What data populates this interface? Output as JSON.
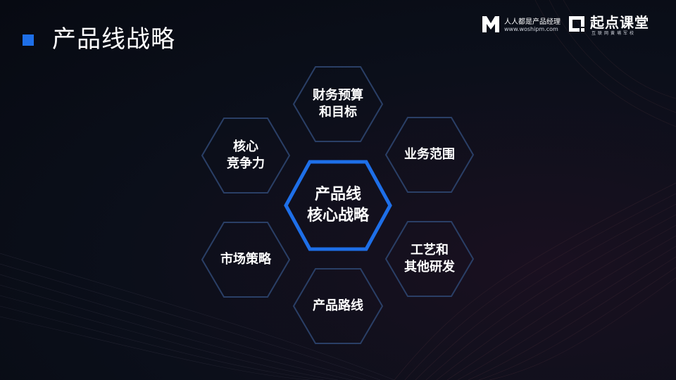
{
  "slide": {
    "title": "产品线战略"
  },
  "logo": {
    "brand1": "人人都是产品经理",
    "url": "www.woshipm.com",
    "brand2": "起点课堂",
    "slogan": "互联网黄埔军校"
  },
  "hexagons": {
    "center": {
      "line1": "产品线",
      "line2": "核心战略"
    },
    "top": {
      "line1": "财务预算",
      "line2": "和目标"
    },
    "upper_left": {
      "line1": "核心",
      "line2": "竞争力"
    },
    "upper_right": {
      "line1": "业务范围"
    },
    "lower_left": {
      "line1": "市场策略"
    },
    "lower_right": {
      "line1": "工艺和",
      "line2": "其他研发"
    },
    "bottom": {
      "line1": "产品路线"
    }
  },
  "colors": {
    "accent": "#1e6fe8",
    "hex_stroke": "#2a3f66",
    "text": "#ffffff",
    "background": "#0b0f1a"
  }
}
